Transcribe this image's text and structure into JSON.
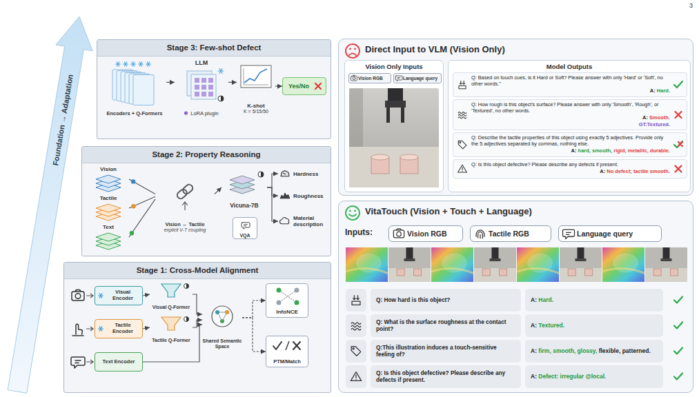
{
  "diagram": {
    "nodes": [
      {
        "text": [
          "Stage 3: Few-shot Defect"
        ]
      },
      {
        "text": [
          "Encoders + Q-Formers"
        ],
        "in": 0
      },
      {
        "text": [
          "LLM",
          "LoRA plugin"
        ],
        "in": 0
      },
      {
        "text": [
          "K-shot",
          "K = 5/15/50"
        ],
        "in": 0
      },
      {
        "text": [
          "Yes/No"
        ],
        "in": 0
      },
      {
        "text": [
          "Stage 2: Property Reasoning"
        ]
      },
      {
        "text": [
          "Vision"
        ],
        "in": 5
      },
      {
        "text": [
          "Tactile"
        ],
        "in": 5
      },
      {
        "text": [
          "Text"
        ],
        "in": 5
      },
      {
        "text": [
          "Vision ↔ Tactile",
          "explicit V-T coupling"
        ],
        "in": 5
      },
      {
        "text": [
          "Vicuna-7B"
        ],
        "in": 5
      },
      {
        "text": [
          "VQA"
        ],
        "in": 5
      },
      {
        "text": [
          "Hardness"
        ],
        "in": 5
      },
      {
        "text": [
          "Roughness"
        ],
        "in": 5
      },
      {
        "text": [
          "Material description"
        ],
        "in": 5
      },
      {
        "text": [
          "Stage 1: Cross-Model Alignment"
        ]
      },
      {
        "text": [
          "Visual Encoder"
        ],
        "in": 15
      },
      {
        "text": [
          "Tactile Encoder"
        ],
        "in": 15
      },
      {
        "text": [
          "Text Encoder"
        ],
        "in": 15
      },
      {
        "text": [
          "Visual Q-Former"
        ],
        "in": 15
      },
      {
        "text": [
          "Tactile Q-Former"
        ],
        "in": 15
      },
      {
        "text": [
          "Shared Semantic Space"
        ],
        "in": 15
      },
      {
        "text": [
          "InfoNCE"
        ],
        "in": 15
      },
      {
        "text": [
          "PTM/Match"
        ],
        "in": 15
      },
      {
        "text": [
          "Direct Input to VLM (Vision Only)"
        ]
      },
      {
        "text": [
          "Vision Only Inputs"
        ],
        "in": 24
      },
      {
        "text": [
          "Vision RGB"
        ],
        "in": 25
      },
      {
        "text": [
          "Language query"
        ],
        "in": 25
      },
      {
        "text": [
          "Model Outputs"
        ],
        "in": 24
      },
      {
        "text": [
          "Q: Based on touch cues, is it Hard or Soft? Please answer with only 'Hard' or 'Soft', no other words.\"",
          "A: Hard."
        ],
        "in": 28
      },
      {
        "text": [
          "Q: How rough is this object's surface? Please answer with only 'Smooth', 'Rough', or 'Textured', no other words.",
          "A: Smooth.",
          "GT:Textured."
        ],
        "in": 28
      },
      {
        "text": [
          "Q: Describe the tactile properties of this object using exactly 5 adjectives. Provide only the 5 adjectives separated by commas, nothing else.",
          "A: hard, smooth, rigid, metallic, durable."
        ],
        "in": 28
      },
      {
        "text": [
          "Q: Is this object defective? Please describe any defects if present.",
          "A: No defect; tactile smooth."
        ],
        "in": 28
      },
      {
        "text": [
          "VitaTouch (Vision + Touch + Language)"
        ]
      },
      {
        "text": [
          "Vision RGB"
        ],
        "in": 33
      },
      {
        "text": [
          "Tactile RGB"
        ],
        "in": 33
      },
      {
        "text": [
          "Language query"
        ],
        "in": 33
      },
      {
        "text": [
          "Q: How hard is this object?"
        ],
        "in": 33
      },
      {
        "text": [
          "A: Hard."
        ],
        "in": 33
      },
      {
        "text": [
          "Q: What is the surface roughness at the contact point?"
        ],
        "in": 33
      },
      {
        "text": [
          "A: Textured."
        ],
        "in": 33
      },
      {
        "text": [
          "Q:This illustration induces a touch-sensitive feeling of?"
        ],
        "in": 33
      },
      {
        "text": [
          "A: firm, smooth, glossy, flexible, patterned."
        ],
        "in": 33
      },
      {
        "text": [
          "Q: Is this object defective? Please describe any defects if present."
        ],
        "in": 33
      },
      {
        "text": [
          "A: Defect: irregular @local."
        ],
        "in": 33
      }
    ],
    "edges": [
      {
        "from": 1,
        "to": 2,
        "arrow": "to"
      },
      {
        "from": 2,
        "to": 3,
        "arrow": "to"
      },
      {
        "from": 3,
        "to": 4,
        "arrow": "to"
      },
      {
        "from": 6,
        "to": 9,
        "arrow": "none"
      },
      {
        "from": 7,
        "to": 9,
        "arrow": "none"
      },
      {
        "from": 8,
        "to": 9,
        "arrow": "none"
      },
      {
        "from": 9,
        "to": 10,
        "arrow": "to"
      },
      {
        "from": 10,
        "to": 12,
        "arrow": "to"
      },
      {
        "from": 10,
        "to": 13,
        "arrow": "to"
      },
      {
        "from": 10,
        "to": 14,
        "arrow": "to"
      },
      {
        "from": 16,
        "to": 19,
        "arrow": "to"
      },
      {
        "from": 17,
        "to": 20,
        "arrow": "to"
      },
      {
        "from": 19,
        "to": 21,
        "arrow": "to"
      },
      {
        "from": 20,
        "to": 21,
        "arrow": "to"
      },
      {
        "from": 18,
        "to": 21,
        "arrow": "to"
      },
      {
        "from": 21,
        "to": 22,
        "arrow": "to"
      },
      {
        "from": 21,
        "to": 23,
        "arrow": "to"
      }
    ],
    "labels": [
      "3",
      "Foundation → Adaptation",
      "Inputs:"
    ]
  }
}
